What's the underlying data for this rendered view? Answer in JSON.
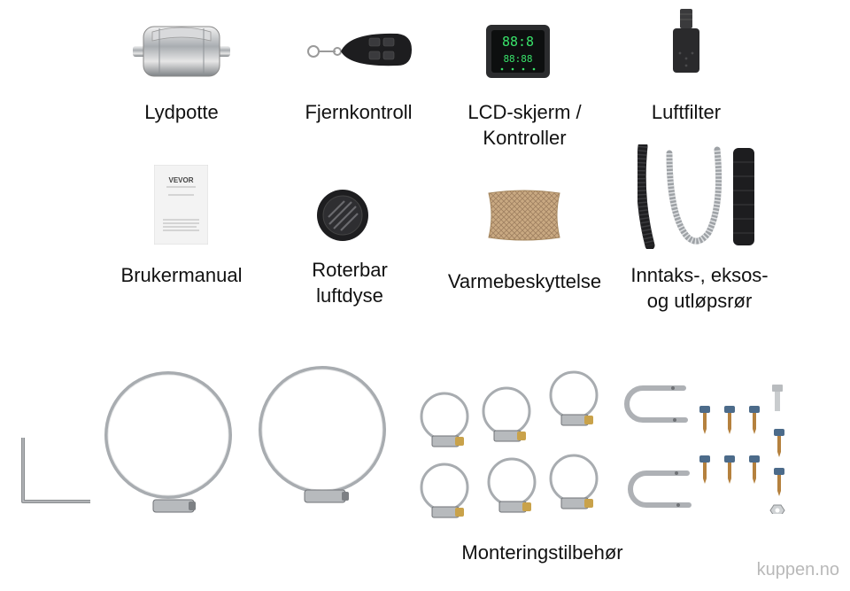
{
  "labels": {
    "muffler": "Lydpotte",
    "remote": "Fjernkontroll",
    "lcd_line1": "LCD-skjerm /",
    "lcd_line2": "Kontroller",
    "air_filter": "Luftfilter",
    "manual": "Brukermanual",
    "vent_line1": "Roterbar",
    "vent_line2": "luftdyse",
    "heat_shield": "Varmebeskyttelse",
    "pipes_line1": "Inntaks-, eksos-",
    "pipes_line2": "og utløpsrør",
    "mounting": "Monteringstilbehør"
  },
  "manual_cover": {
    "brand": "VEVOR"
  },
  "lcd_display": {
    "top_readout": "88:8",
    "bottom_readout": "88:88"
  },
  "watermark": "kuppen.no",
  "colors": {
    "lcd_green": "#39e26a",
    "metal": "#b8bcc0",
    "brass": "#c9a24a",
    "heat_sleeve": "#c9a982"
  }
}
